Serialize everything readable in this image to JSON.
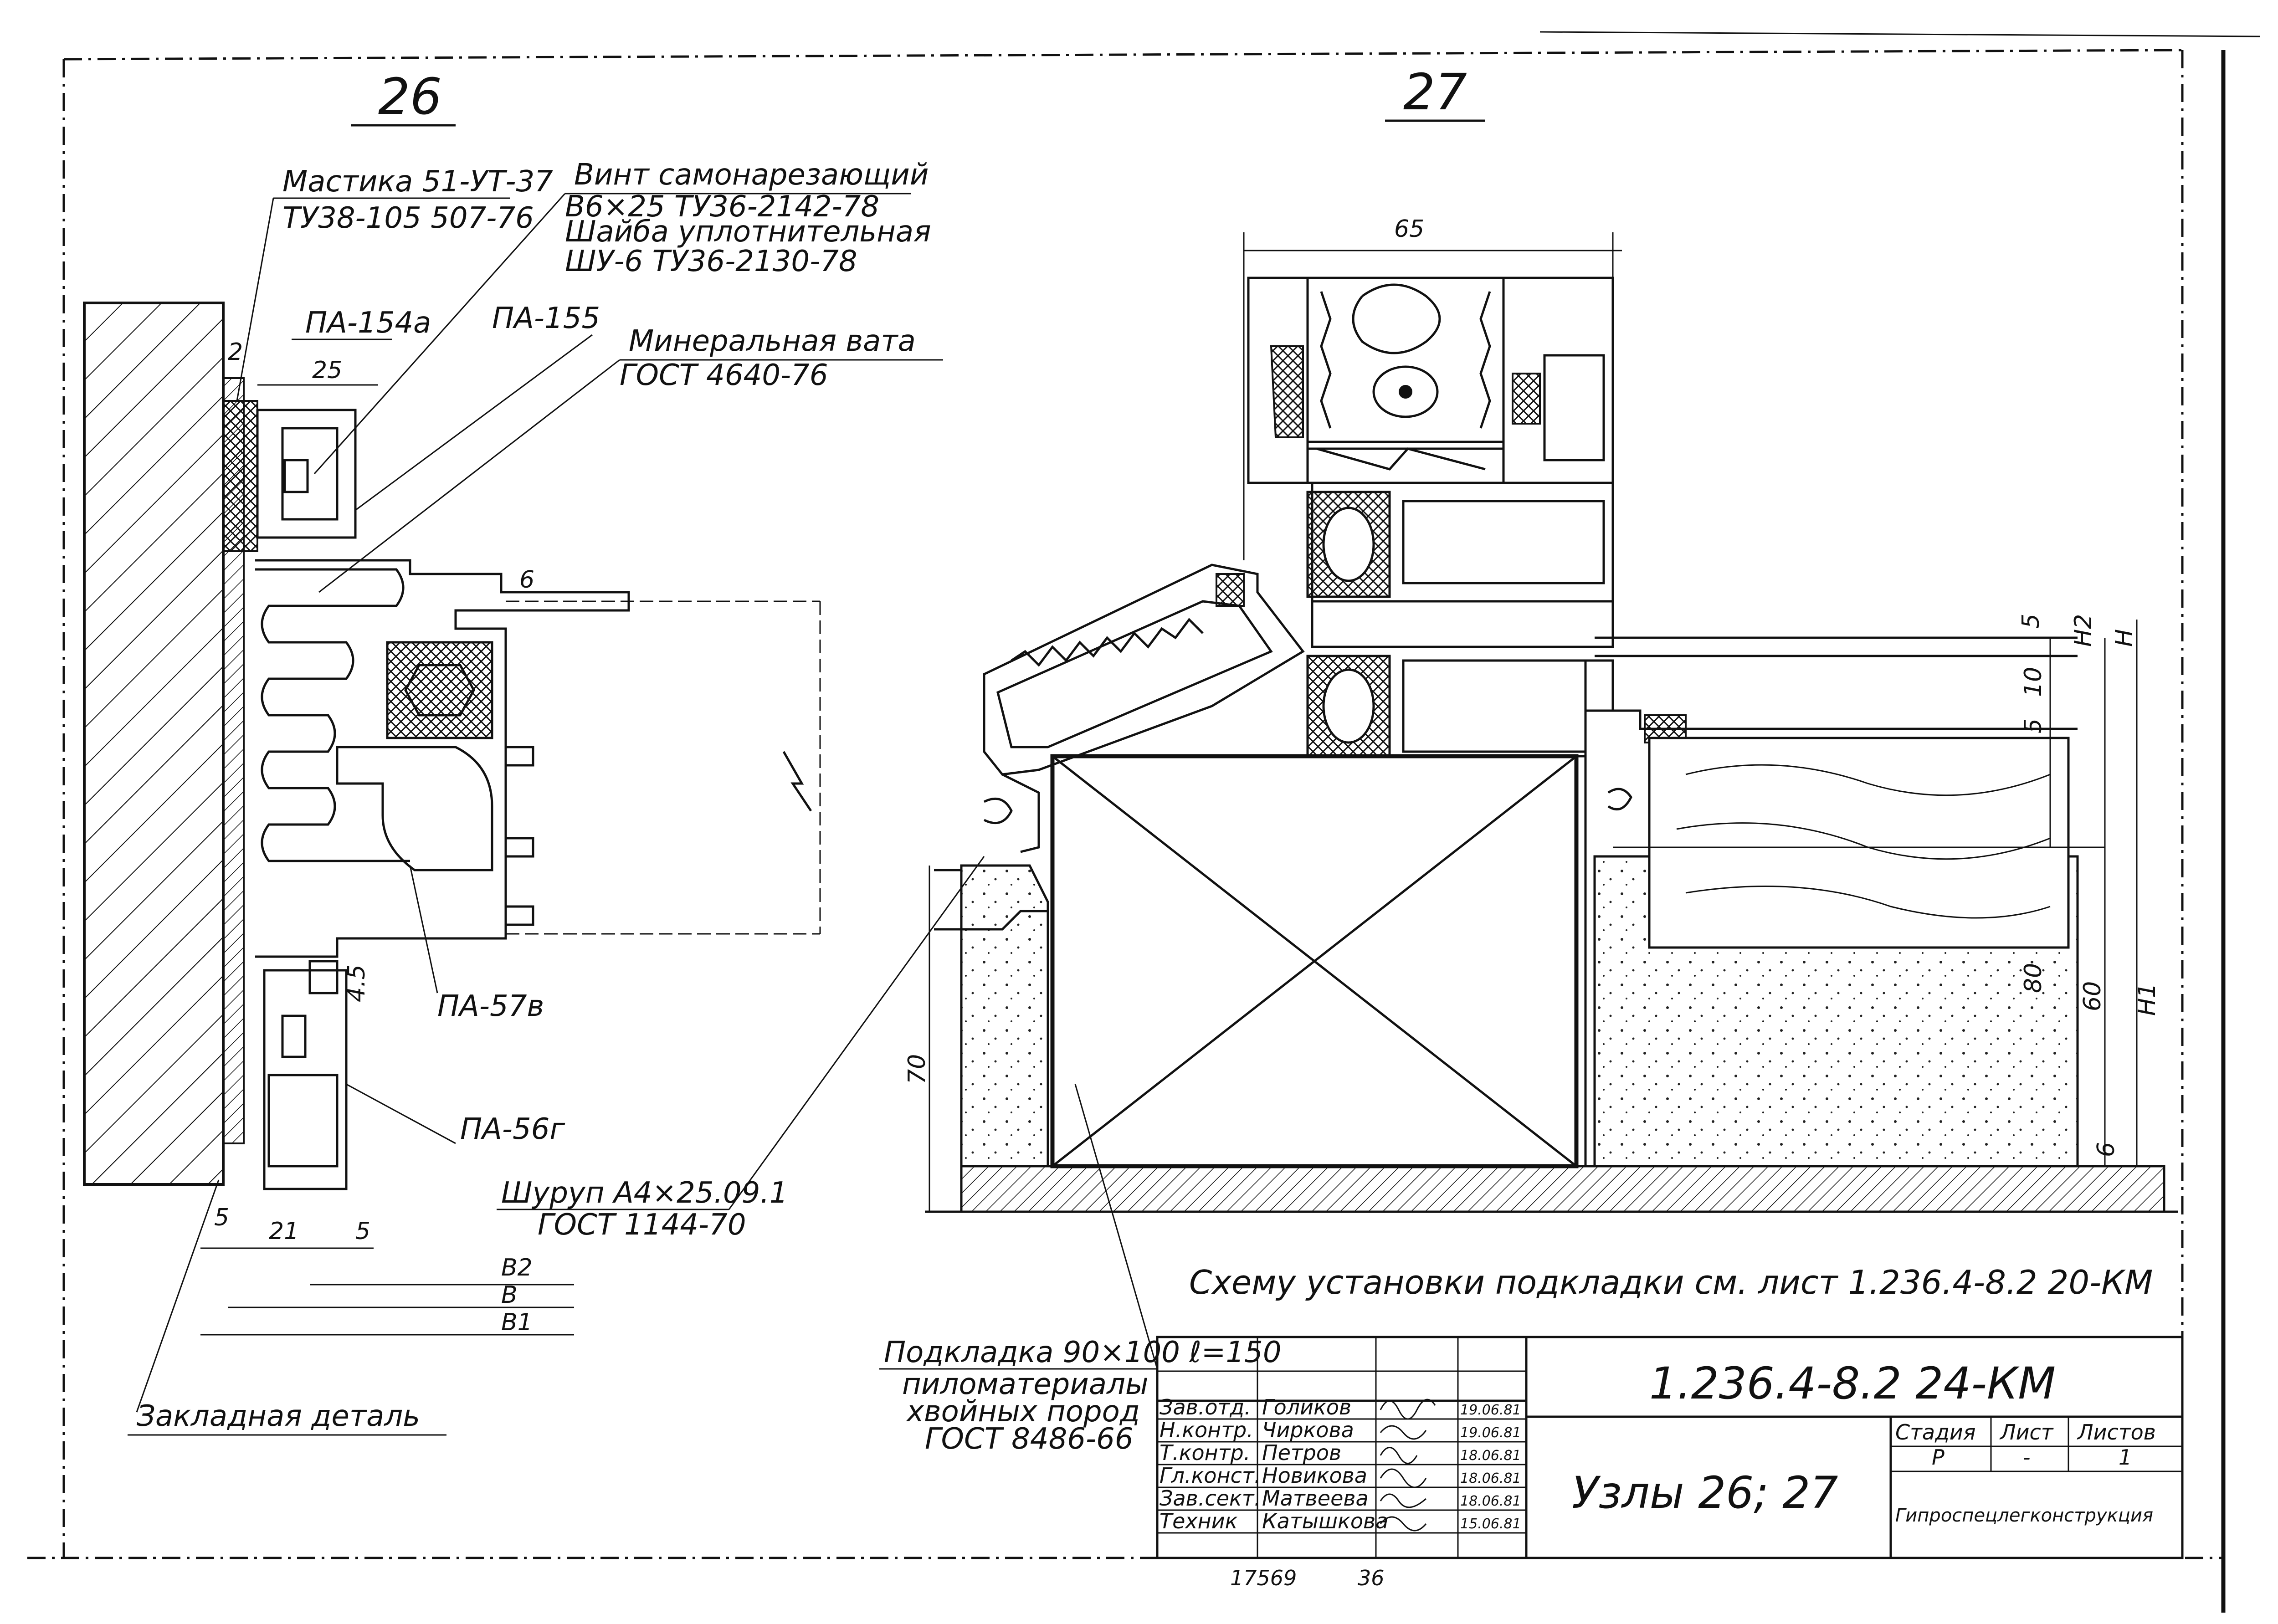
{
  "detail_26": {
    "title": "26",
    "mastic": [
      "Мастика 51-УТ-37",
      "ТУ38-105 507-76"
    ],
    "screw_spec": [
      "Винт самонарезающий",
      "В6×25 ТУ36-2142-78",
      "Шайба уплотнительная",
      "ШУ-6 ТУ36-2130-78"
    ],
    "profile_154a": "ПА-154а",
    "profile_155": "ПА-155",
    "mineral_wool": [
      "Минеральная вата",
      "ГОСТ 4640-76"
    ],
    "profile_57v": "ПА-57в",
    "profile_56g": "ПА-56г",
    "bolt": [
      "Шуруп А4×25.09.1",
      "ГОСТ 1144-70"
    ],
    "embedded_part": "Закладная деталь",
    "dims": {
      "d2": "2",
      "d25": "25",
      "d6": "6",
      "d45": "4.5",
      "d5a": "5",
      "d21": "21",
      "d5b": "5",
      "B2": "В2",
      "B": "В",
      "B1": "В1"
    }
  },
  "detail_27": {
    "title": "27",
    "dims": {
      "d65": "65",
      "d5": "5",
      "d10": "10",
      "d5b": "5",
      "d80": "80",
      "d60": "60",
      "d70": "70",
      "d6": "6",
      "H2": "Н2",
      "H": "Н",
      "H1": "Н1"
    },
    "scheme_note": "Схему установки подкладки см. лист 1.236.4-8.2 20-КМ",
    "pad": [
      "Подкладка 90×100 ℓ=150",
      "пиломатериалы",
      "хвойных пород",
      "ГОСТ 8486-66"
    ]
  },
  "title_block": {
    "code": "1.236.4-8.2 24-КМ",
    "name": "Узлы 26; 27",
    "headers": [
      "Стадия",
      "Лист",
      "Листов"
    ],
    "values": [
      "Р",
      "-",
      "1"
    ],
    "org": "Гипроспецлегконструкция",
    "rows": [
      {
        "role": "Зав.отд.",
        "name": "Голиков",
        "date": "19.06.81"
      },
      {
        "role": "Н.контр.",
        "name": "Чиркова",
        "date": "19.06.81"
      },
      {
        "role": "Т.контр.",
        "name": "Петров",
        "date": "18.06.81"
      },
      {
        "role": "Гл.конст.",
        "name": "Новикова",
        "date": "18.06.81"
      },
      {
        "role": "Зав.сект.",
        "name": "Матвеева",
        "date": "18.06.81"
      },
      {
        "role": "Техник",
        "name": "Катышкова",
        "date": "15.06.81"
      }
    ],
    "footer_number": "17569",
    "footer_sheet": "36"
  }
}
